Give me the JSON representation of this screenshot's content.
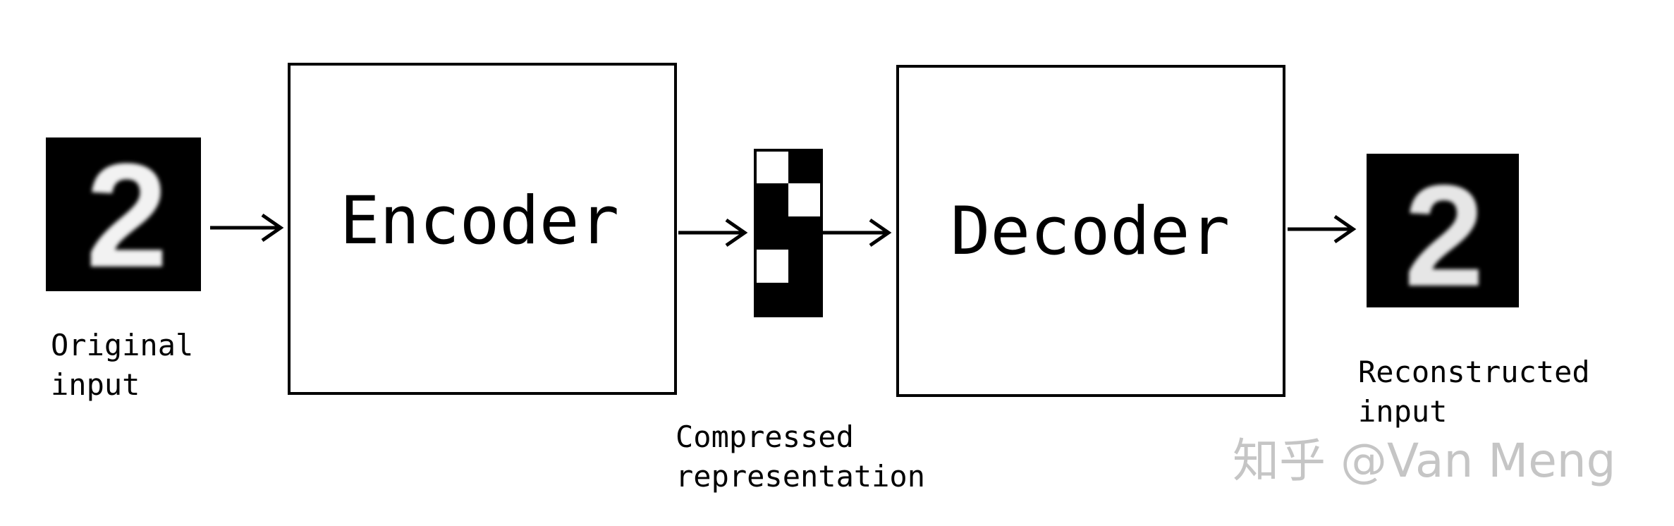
{
  "diagram": {
    "encoder_label": "Encoder",
    "decoder_label": "Decoder",
    "original_caption": [
      "Original",
      "input"
    ],
    "compressed_caption": [
      "Compressed",
      "representation"
    ],
    "reconstructed_caption": [
      "Reconstructed",
      "input"
    ],
    "digit_glyph": "2",
    "watermark": "知乎 @Van Meng",
    "latent_code": [
      [
        0,
        1
      ],
      [
        1,
        0
      ],
      [
        1,
        1
      ],
      [
        0,
        1
      ],
      [
        1,
        1
      ]
    ]
  },
  "colors": {
    "stroke": "#000000",
    "image_background": "#000000",
    "digit": "#f2f2f2",
    "watermark": "#bfbfbf"
  }
}
